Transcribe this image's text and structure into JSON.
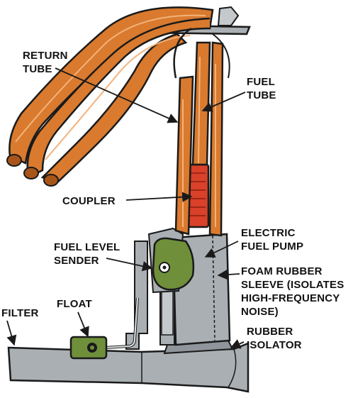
{
  "labels": {
    "return_tube": [
      "RETURN",
      "TUBE"
    ],
    "fuel_tube": [
      "FUEL",
      "TUBE"
    ],
    "coupler": "COUPLER",
    "electric_fuel_pump": [
      "ELECTRIC",
      "FUEL PUMP"
    ],
    "fuel_level_sender": [
      "FUEL LEVEL",
      "SENDER"
    ],
    "foam_rubber_sleeve": [
      "FOAM RUBBER",
      "SLEEVE (ISOLATES",
      "HIGH-FREQUENCY",
      "NOISE)"
    ],
    "float": "FLOAT",
    "filter": "FILTER",
    "rubber_isolator": [
      "RUBBER",
      "ISOLATOR"
    ]
  },
  "colors": {
    "tube_orange": "#d97a2e",
    "tube_orange_dark": "#a8551a",
    "coupler_red": "#d9412a",
    "pump_gray": "#a9afb3",
    "sender_green": "#6f8f3a",
    "outline": "#1a1a1a"
  }
}
